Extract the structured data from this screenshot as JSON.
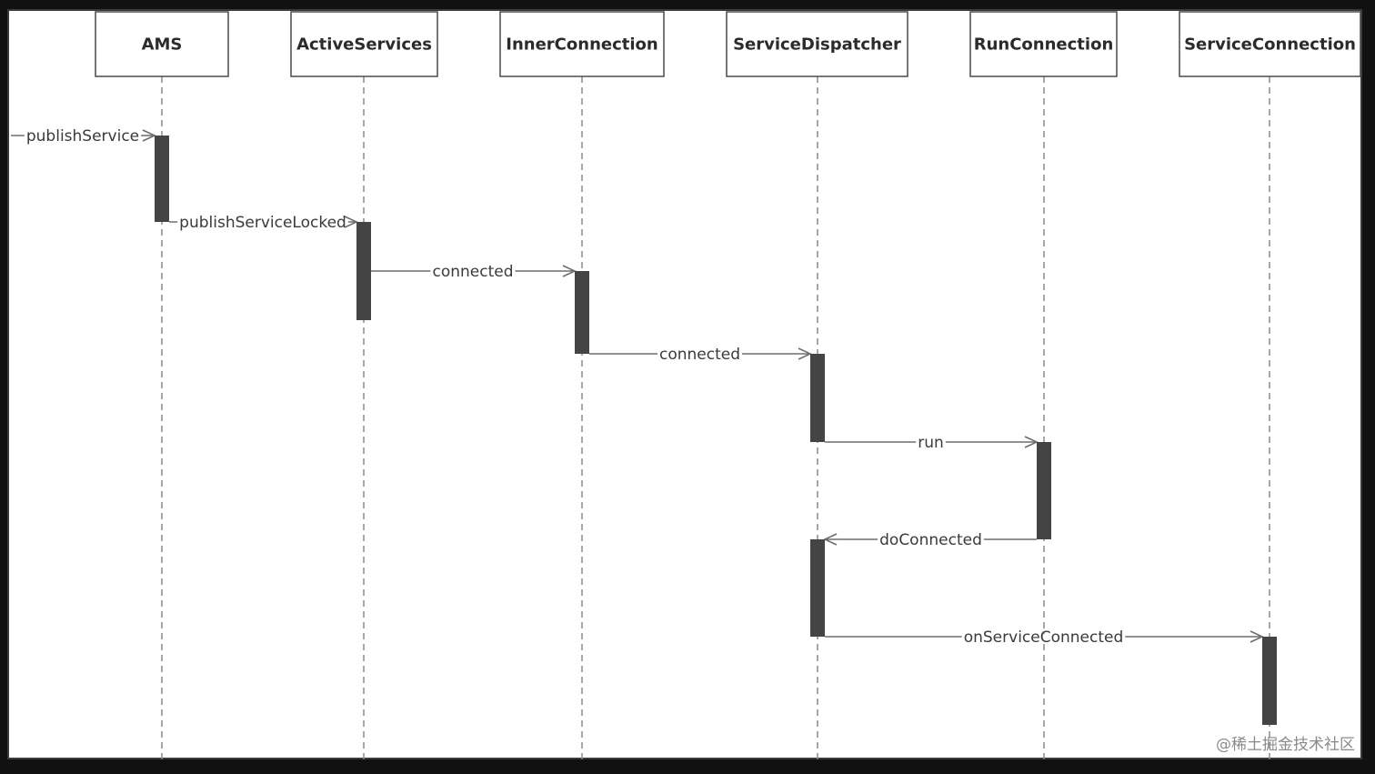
{
  "diagram": {
    "actors": [
      {
        "id": "ams",
        "label": "AMS"
      },
      {
        "id": "activeservices",
        "label": "ActiveServices"
      },
      {
        "id": "innerconnection",
        "label": "InnerConnection"
      },
      {
        "id": "servicedispatcher",
        "label": "ServiceDispatcher"
      },
      {
        "id": "runconnection",
        "label": "RunConnection"
      },
      {
        "id": "serviceconnection",
        "label": "ServiceConnection"
      }
    ],
    "messages": [
      {
        "label": "publishService",
        "from": "external",
        "to": "ams"
      },
      {
        "label": "publishServiceLocked",
        "from": "ams",
        "to": "activeservices"
      },
      {
        "label": "connected",
        "from": "activeservices",
        "to": "innerconnection"
      },
      {
        "label": "connected",
        "from": "innerconnection",
        "to": "servicedispatcher"
      },
      {
        "label": "run",
        "from": "servicedispatcher",
        "to": "runconnection"
      },
      {
        "label": "doConnected",
        "from": "runconnection",
        "to": "servicedispatcher"
      },
      {
        "label": "onServiceConnected",
        "from": "servicedispatcher",
        "to": "serviceconnection"
      }
    ]
  },
  "watermark": "@稀土掘金技术社区"
}
